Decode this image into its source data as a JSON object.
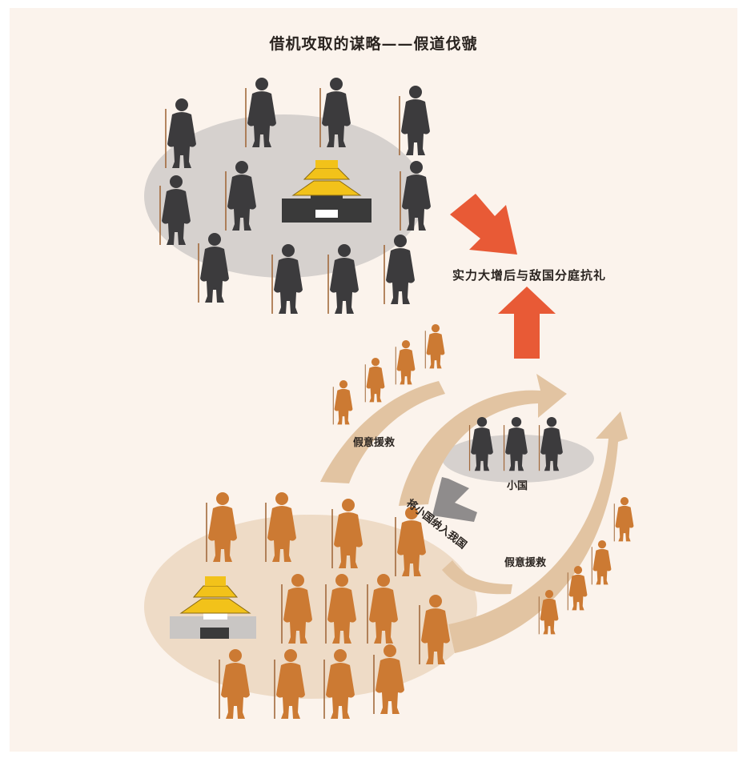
{
  "title": "借机攻取的谋略——假道伐虢",
  "labels": {
    "main_result": "实力大增后与敌国分庭抗礼",
    "feigned_help_1": "假意援救",
    "feigned_help_2": "假意援救",
    "annex": "将小国纳入我国",
    "small_state": "小国"
  },
  "colors": {
    "background": "#fbf3ec",
    "enemy_figure": "#3c3b3d",
    "our_figure": "#cc7a33",
    "enemy_ellipse": "#d6d1ce",
    "our_ellipse": "#eedbc6",
    "curved_arrow": "#e2c4a2",
    "red_arrow": "#e85a36",
    "grey_arrow": "#8f8c8c",
    "palace_roof": "#f2c21a",
    "palace_base": "#3a3a3a",
    "palace_base_light": "#c9c6c4"
  }
}
